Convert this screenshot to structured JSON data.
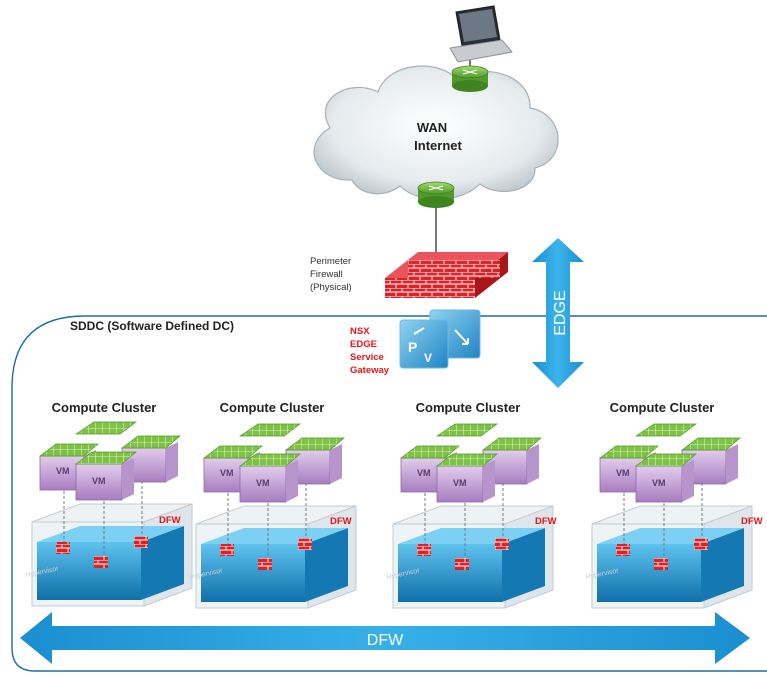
{
  "wan": {
    "line1": "WAN",
    "line2": "Internet"
  },
  "perimeter": {
    "line1": "Perimeter",
    "line2": "Firewall",
    "line3": "(Physical)"
  },
  "sddc": {
    "title": "SDDC (Software Defined DC)"
  },
  "nsx": {
    "line1": "NSX",
    "line2": "EDGE",
    "line3": "Service",
    "line4": "Gateway"
  },
  "edge": {
    "label": "EDGE"
  },
  "dfw_bar": {
    "label": "DFW"
  },
  "clusters": [
    {
      "title": "Compute Cluster",
      "vm": "VM",
      "dfw": "DFW",
      "hypervisor": "Hypervisor"
    },
    {
      "title": "Compute Cluster",
      "vm": "VM",
      "dfw": "DFW",
      "hypervisor": "Hypervisor"
    },
    {
      "title": "Compute Cluster",
      "vm": "VM",
      "dfw": "DFW",
      "hypervisor": "Hypervisor"
    },
    {
      "title": "Compute Cluster",
      "vm": "VM",
      "dfw": "DFW",
      "hypervisor": "Hypervisor"
    }
  ],
  "colors": {
    "accent_blue": "#1f9ad6",
    "firewall_red": "#d8232a",
    "router_green": "#7dc242",
    "vm_purple": "#c8a5d8",
    "nsx_red": "#e8141b"
  },
  "icons": [
    "laptop-icon",
    "router-icon",
    "cloud-icon",
    "brick-firewall-icon",
    "nsx-edge-icon",
    "vm-icon",
    "hypervisor-icon"
  ]
}
